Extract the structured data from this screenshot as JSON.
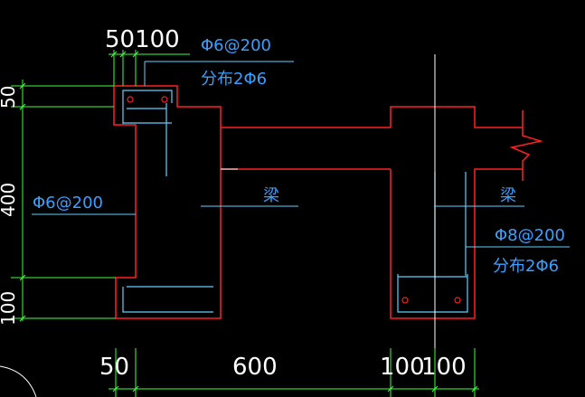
{
  "colors": {
    "background": "#000000",
    "section_outline": "#ff2020",
    "rebar": "#5fd0ff",
    "dimension_line": "#40ff40",
    "dimension_text": "#ffffff",
    "annotation": "#3aa0ff",
    "bar_point": "#ff2020"
  },
  "top_dims": {
    "left": "50100"
  },
  "top_notes": {
    "stirrup": "Φ6@200",
    "distribution": "分布2Φ6"
  },
  "side_dims": {
    "top": "50",
    "middle": "400",
    "bottom": "100"
  },
  "left_notes": {
    "stirrup": "Φ6@200"
  },
  "beam_labels": {
    "left": "梁",
    "right": "梁"
  },
  "right_notes": {
    "stirrup": "Φ8@200",
    "distribution": "分布2Φ6"
  },
  "bottom_dims": {
    "d1": "50",
    "d2": "600",
    "d3": "100",
    "d4": "100"
  }
}
